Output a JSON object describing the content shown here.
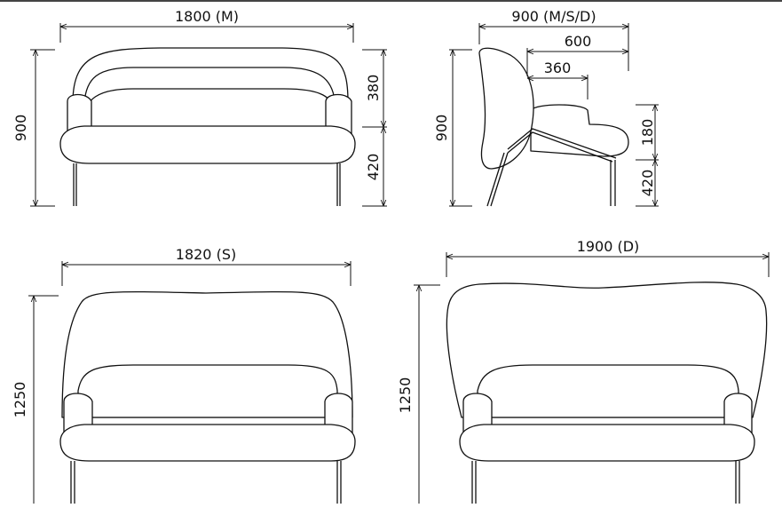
{
  "drawing": {
    "front_m": {
      "width_label": "1800 (M)",
      "height_label": "900",
      "back_label": "380",
      "seat_label": "420"
    },
    "side": {
      "depth_label": "900 (M/S/D)",
      "depth2_label": "600",
      "depth3_label": "360",
      "height_label": "900",
      "back_label": "180",
      "seat_label": "420"
    },
    "front_s": {
      "width_label": "1820 (S)",
      "height_label": "1250"
    },
    "front_d": {
      "width_label": "1900 (D)",
      "height_label": "1250"
    }
  }
}
